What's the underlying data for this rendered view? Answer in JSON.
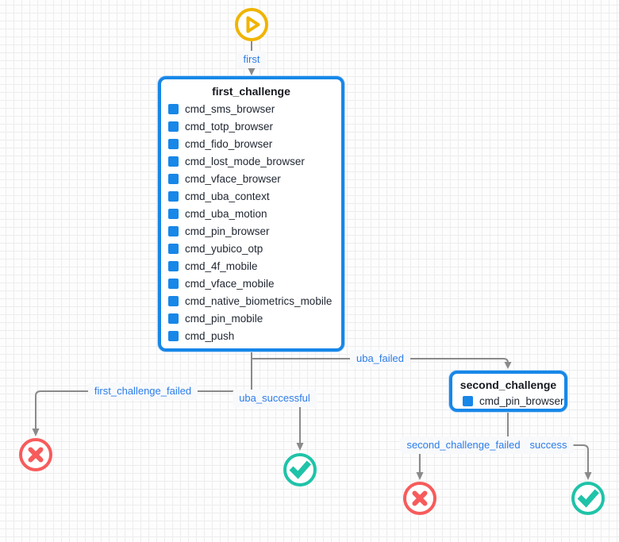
{
  "colors": {
    "node_border_blue": "#1787e8",
    "command_square_blue": "#1787e8",
    "edge_gray": "#8a8a8a",
    "label_blue": "#2b7de9",
    "start_yellow": "#f0b400",
    "failure_red": "#f75b5b",
    "success_green": "#1fc3a8",
    "grid_line": "#ededed"
  },
  "start_node": {
    "icon": "play-icon"
  },
  "nodes": {
    "first_challenge": {
      "title": "first_challenge",
      "items": [
        "cmd_sms_browser",
        "cmd_totp_browser",
        "cmd_fido_browser",
        "cmd_lost_mode_browser",
        "cmd_vface_browser",
        "cmd_uba_context",
        "cmd_uba_motion",
        "cmd_pin_browser",
        "cmd_yubico_otp",
        "cmd_4f_mobile",
        "cmd_vface_mobile",
        "cmd_native_biometrics_mobile",
        "cmd_pin_mobile",
        "cmd_push"
      ]
    },
    "second_challenge": {
      "title": "second_challenge",
      "items": [
        "cmd_pin_browser"
      ]
    }
  },
  "edge_labels": {
    "first": "first",
    "uba_failed": "uba_failed",
    "first_challenge_failed": "first_challenge_failed",
    "uba_successful": "uba_successful",
    "second_challenge_failed": "second_challenge_failed",
    "success": "success"
  },
  "end_nodes": [
    {
      "name": "failure-after-first-challenge",
      "type": "failure",
      "icon": "x-circle-icon"
    },
    {
      "name": "success-after-uba",
      "type": "success",
      "icon": "check-circle-icon"
    },
    {
      "name": "failure-after-second-challenge",
      "type": "failure",
      "icon": "x-circle-icon"
    },
    {
      "name": "final-success",
      "type": "success",
      "icon": "check-circle-icon"
    }
  ]
}
